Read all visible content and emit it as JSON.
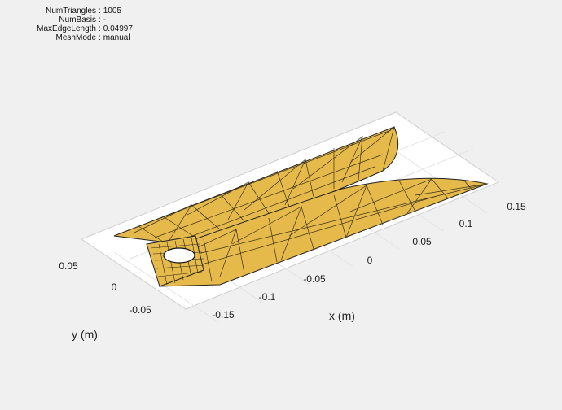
{
  "mesh_info": [
    {
      "key": "NumTriangles",
      "value": "1005"
    },
    {
      "key": "NumBasis",
      "value": "-"
    },
    {
      "key": "MaxEdgeLength",
      "value": "0.04997"
    },
    {
      "key": "MeshMode",
      "value": "manual"
    }
  ],
  "axes": {
    "xlabel": "x (m)",
    "ylabel": "y (m)",
    "x_ticks": [
      "-0.15",
      "-0.1",
      "-0.05",
      "0",
      "0.05",
      "0.1",
      "0.15"
    ],
    "y_ticks": [
      "0.05",
      "0",
      "-0.05"
    ]
  },
  "colors": {
    "figure_background": "#f0f0f0",
    "axes_background": "#ffffff",
    "mesh_face": "#e5b94a",
    "mesh_edge": "#111111",
    "grid": "#dcdcdc"
  }
}
